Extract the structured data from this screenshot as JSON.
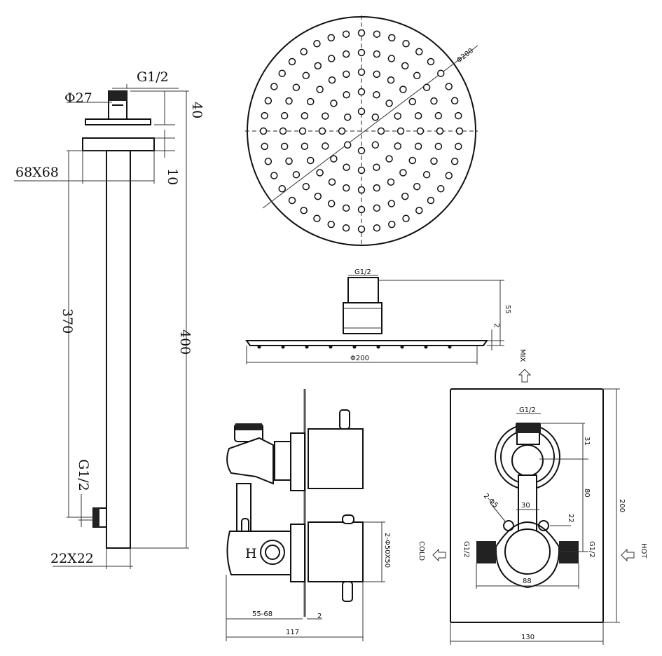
{
  "title": "Shower set technical drawing",
  "arm": {
    "inlet": "G1/2",
    "diameter": "Φ27",
    "flange_height": "40",
    "flange": "68X68",
    "flange_thk": "10",
    "length_inner": "370",
    "length_total": "400",
    "outlet": "G1/2",
    "section": "22X22"
  },
  "head_top": {
    "diameter": "Φ200"
  },
  "head_side": {
    "thread": "G1/2",
    "height": "55",
    "plate": "2",
    "diameter": "Φ200"
  },
  "valve_side": {
    "knob": "2-Φ50X50",
    "mark": "H",
    "depth": "55-68",
    "plate": "2",
    "total": "117"
  },
  "valve_front": {
    "mix": "MIX",
    "cold": "COLD",
    "hot": "HOT",
    "top_thread": "G1/2",
    "d31": "31",
    "d80": "80",
    "holes": "2-Φ5",
    "d30": "30",
    "d22": "22",
    "left_thread": "G1/2",
    "right_thread": "G1/2",
    "d88": "88",
    "height": "200",
    "width": "130"
  }
}
